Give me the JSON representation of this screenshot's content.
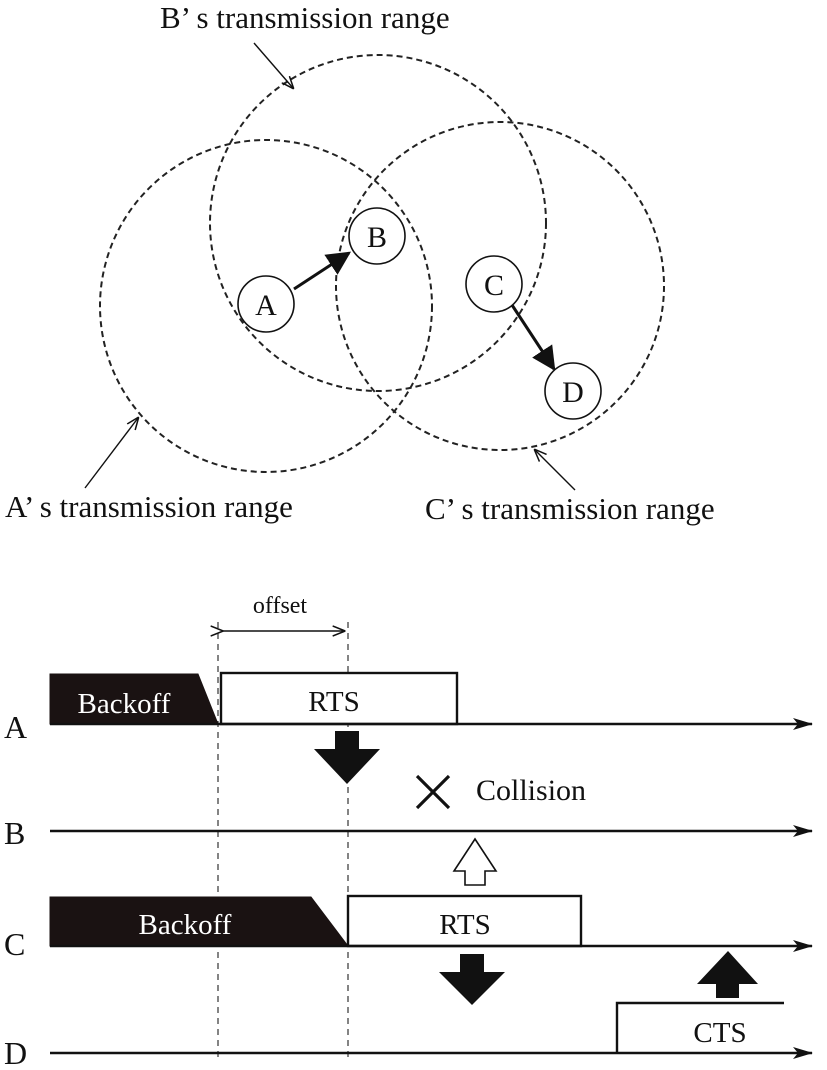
{
  "range_labels": {
    "b": "B’ s  transmission range",
    "a": "A’ s  transmission range",
    "c": "C’ s  transmission range"
  },
  "nodes": {
    "a": "A",
    "b": "B",
    "c": "C",
    "d": "D"
  },
  "timeline": {
    "offset": "offset",
    "rows": {
      "a": "A",
      "b": "B",
      "c": "C",
      "d": "D"
    },
    "backoff": "Backoff",
    "rts": "RTS",
    "collision": "Collision",
    "cts": "CTS"
  }
}
